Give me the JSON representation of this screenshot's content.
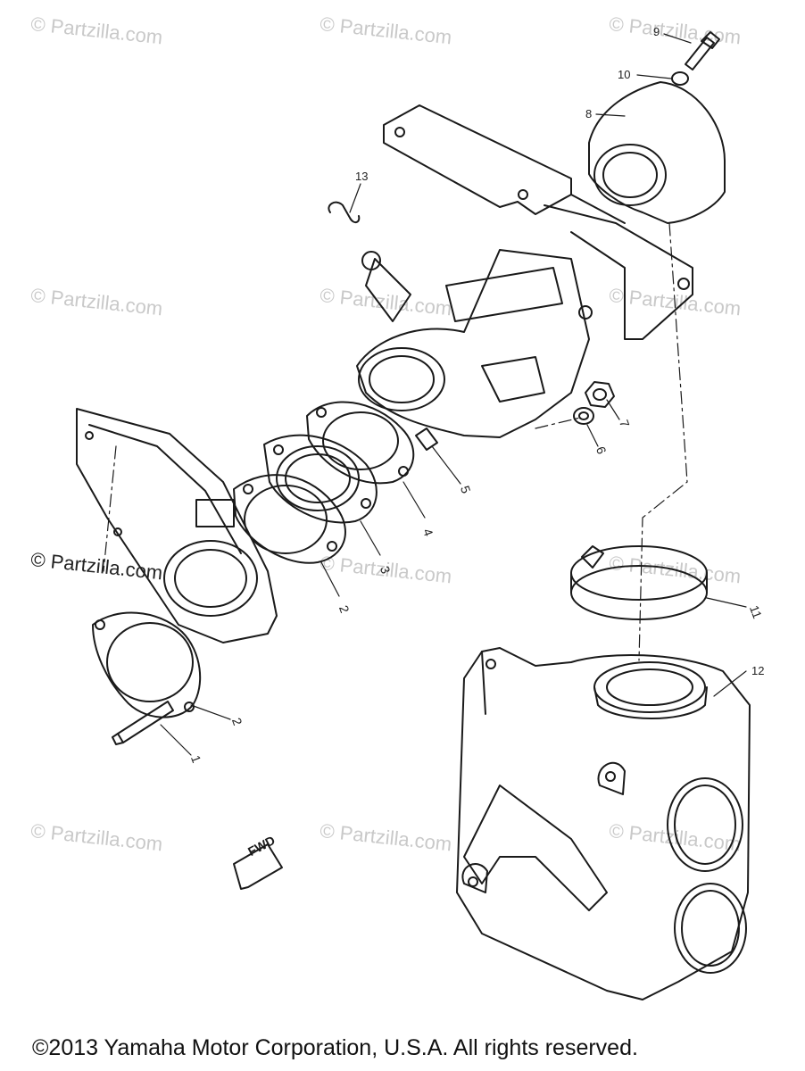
{
  "watermark": "© Partzilla.com",
  "watermark_emphasized": "© Partzilla.com",
  "fwd_label": "FWD",
  "callouts": {
    "c1": "1",
    "c2a": "2",
    "c2b": "2",
    "c3": "3",
    "c4": "4",
    "c5": "5",
    "c6": "6",
    "c7": "7",
    "c8": "8",
    "c9": "9",
    "c10": "10",
    "c11": "11",
    "c12": "12",
    "c13": "13"
  },
  "footer": {
    "copyright": "©2013  Yamaha Motor Corporation, U.S.A. All rights reserved."
  },
  "colors": {
    "line": "#1a1a1a",
    "watermark": "#c9c9c9"
  }
}
